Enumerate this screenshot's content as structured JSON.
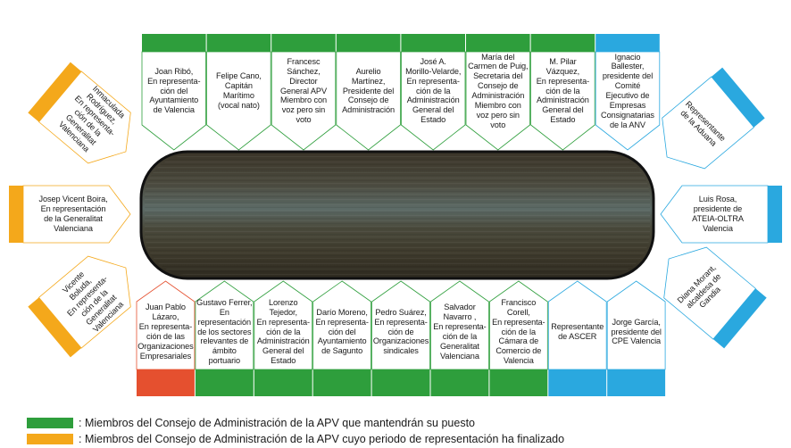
{
  "colors": {
    "green": "#2e9e3c",
    "orange": "#f4a81b",
    "blue": "#2aa8df",
    "red": "#e5502f"
  },
  "top_seats": [
    {
      "color": "green",
      "text": "Joan Ribó,\nEn representa-\nción del\nAyuntamiento\nde Valencia"
    },
    {
      "color": "green",
      "text": "Felipe Cano,\nCapitán\nMarítimo\n(vocal nato)"
    },
    {
      "color": "green",
      "text": "Francesc\nSánchez,\nDirector\nGeneral APV\nMiembro con\nvoz pero sin\nvoto"
    },
    {
      "color": "green",
      "text": "Aurelio\nMartínez,\nPresidente del\nConsejo de\nAdministración"
    },
    {
      "color": "green",
      "text": "José A.\nMorillo-Velarde,\nEn representa-\nción de la\nAdministración\nGeneral del\nEstado"
    },
    {
      "color": "green",
      "text": "María del\nCarmen de Puig,\nSecretaria del\nConsejo de\nAdministración\nMiembro con\nvoz pero sin\nvoto"
    },
    {
      "color": "green",
      "text": "M. Pilar\nVázquez,\nEn representa-\nción de la\nAdministración\nGeneral del\nEstado"
    },
    {
      "color": "blue",
      "text": "Ignacio\nBallester,\npresidente del\nComité\nEjecutivo de\nEmpresas\nConsignatarias\nde la ANV"
    }
  ],
  "bottom_seats": [
    {
      "color": "red",
      "text": "Juan Pablo\nLázaro,\nEn representa-\nción de las\nOrganizaciones\nEmpresariales"
    },
    {
      "color": "green",
      "text": "Gustavo Ferrer,\nEn\nrepresentación\nde los sectores\nrelevantes de\námbito\nportuario"
    },
    {
      "color": "green",
      "text": "Lorenzo Tejedor,\nEn representa-\nción de la\nAdministración\nGeneral del\nEstado"
    },
    {
      "color": "green",
      "text": "Darío Moreno,\nEn representa-\nción del\nAyuntamiento\nde Sagunto"
    },
    {
      "color": "green",
      "text": "Pedro Suárez,\nEn representa-\nción de\nOrganizaciones\nsindicales"
    },
    {
      "color": "green",
      "text": "Salvador\nNavarro ,\nEn representa-\nción de la\nGeneralitat\nValenciana"
    },
    {
      "color": "green",
      "text": "Francisco\nCorell,\nEn representa-\nción de la\nCámara de\nComercio de\nValencia"
    },
    {
      "color": "blue",
      "text": "Representante\nde ASCER"
    },
    {
      "color": "blue",
      "text": "Jorge García,\npresidente del\nCPE Valencia"
    }
  ],
  "left_seats": [
    {
      "color": "orange",
      "text": "Inmaculada\nRodríguez,\nEn representa-\nción de la\nGeneralitat\nValenciana"
    },
    {
      "color": "orange",
      "text": "Josep Vicent Boira,\nEn representación\nde la Generalitat\nValenciana"
    },
    {
      "color": "orange",
      "text": "Vicente\nBoluda,\nEn representa-\nción de la\nGeneralitat\nValenciana"
    }
  ],
  "right_seats": [
    {
      "color": "blue",
      "text": "Representante\nde la Aduana"
    },
    {
      "color": "blue",
      "text": "Luis Rosa,\npresidente de\nATEIA-OLTRA\nValencia"
    },
    {
      "color": "blue",
      "text": "Diana Morant,\nalcaldesa de\nGandia"
    }
  ],
  "legend": [
    {
      "color": "green",
      "text": ": Miembros del Consejo de Administración de la APV que mantendrán su puesto"
    },
    {
      "color": "orange",
      "text": ": Miembros del Consejo de Administración de la APV cuyo periodo de representación ha finalizado"
    }
  ]
}
